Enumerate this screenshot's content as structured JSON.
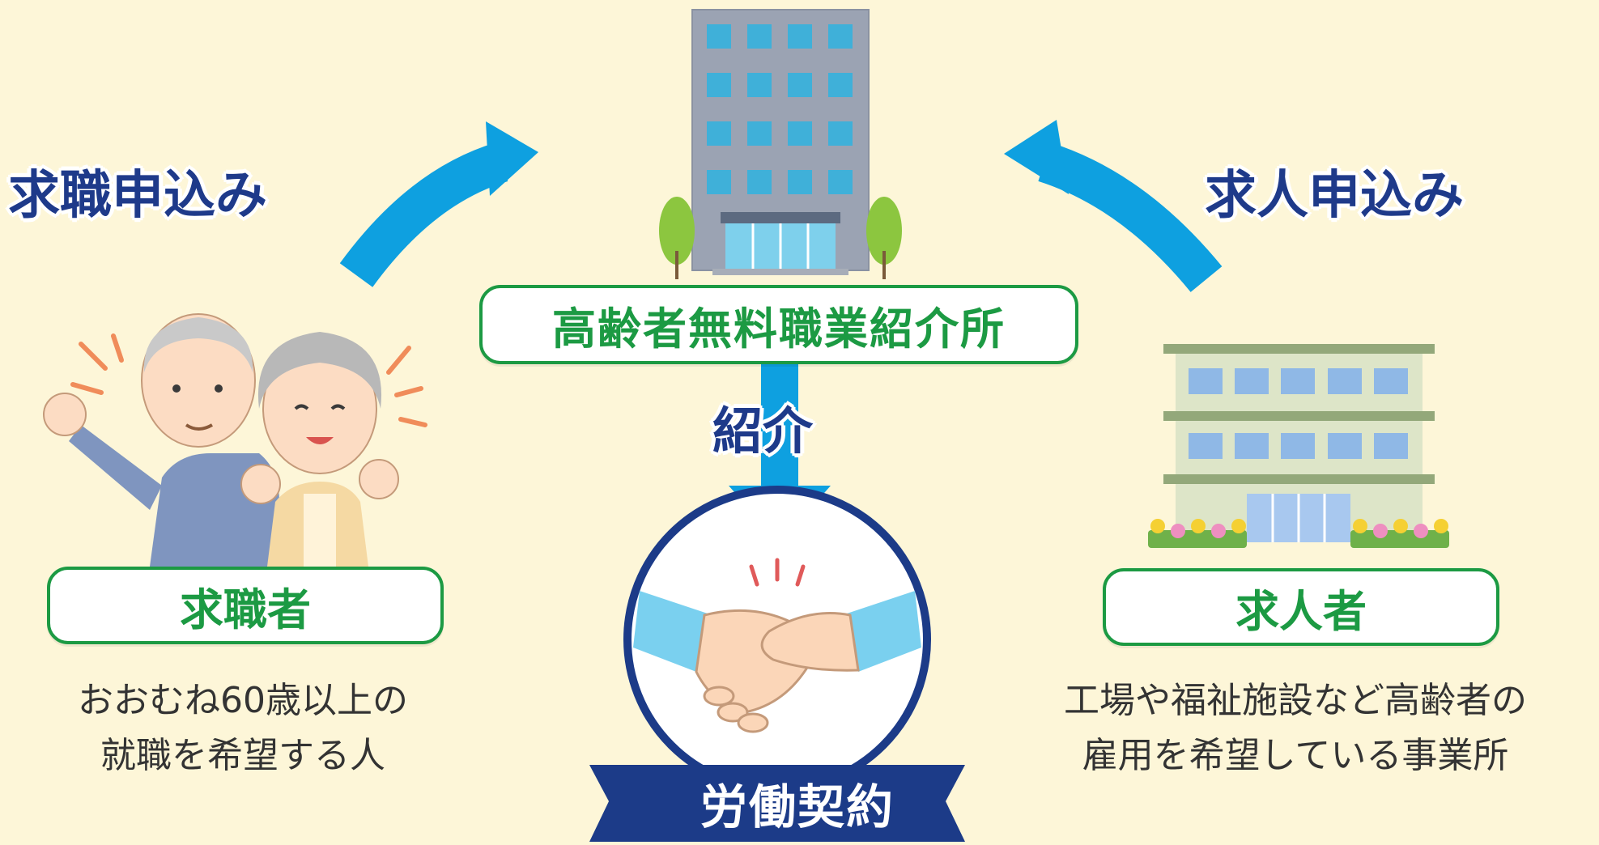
{
  "labels": {
    "seeker_apply": "求職申込み",
    "employer_apply": "求人申込み",
    "office": "高齢者無料職業紹介所",
    "introduction": "紹介",
    "seeker": "求職者",
    "employer": "求人者",
    "contract": "労働契約"
  },
  "descriptions": {
    "seeker": [
      "おおむね60歳以上の",
      "就職を希望する人"
    ],
    "employer": [
      "工場や福祉施設など高齢者の",
      "雇用を希望している事業所"
    ]
  },
  "colors": {
    "background": "#fdf6d8",
    "arrow_blue": "#0ea0e0",
    "label_green": "#1c9a43",
    "title_navy": "#1e3a8a",
    "ribbon_navy": "#1c3b88"
  }
}
